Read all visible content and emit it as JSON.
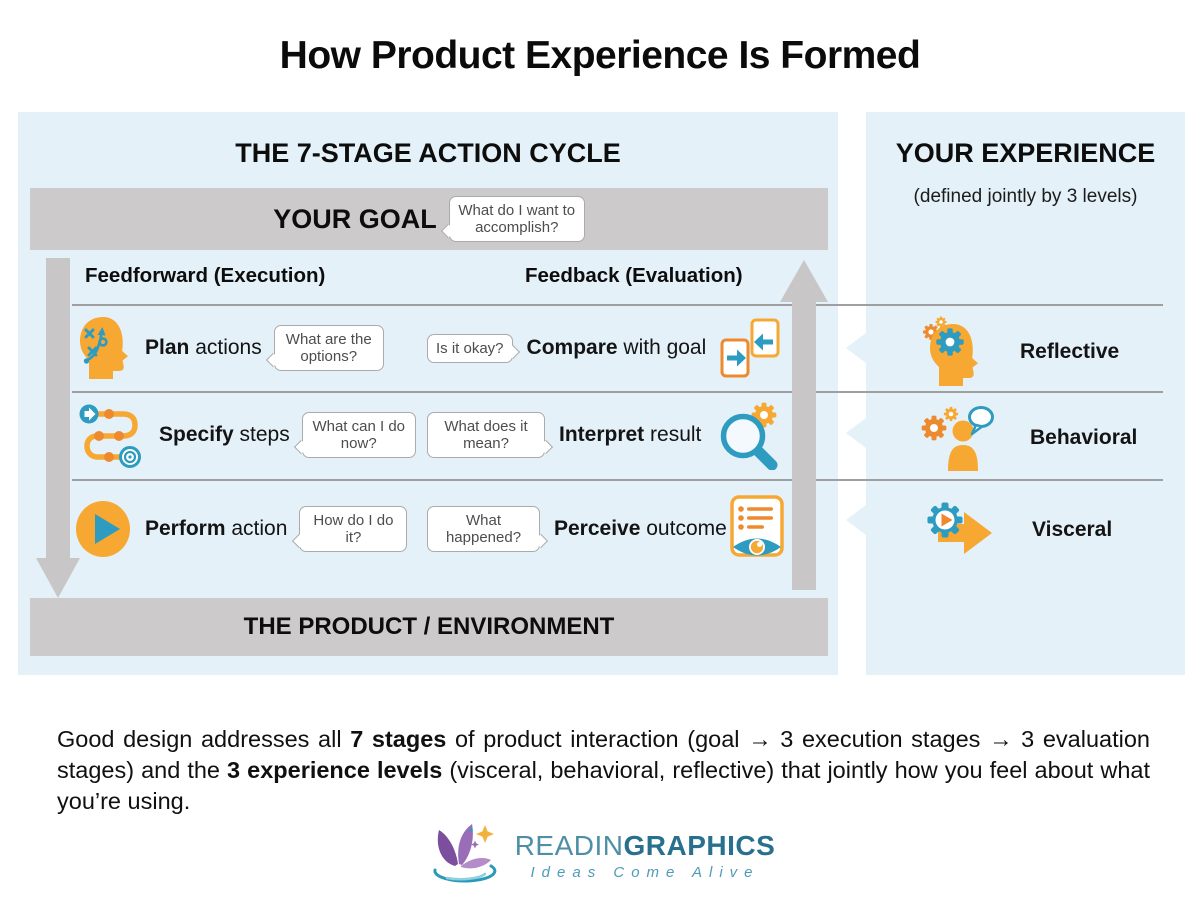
{
  "title": "How Product Experience Is Formed",
  "cycle": {
    "heading": "THE 7-STAGE ACTION CYCLE",
    "goal": {
      "label": "YOUR GOAL",
      "bubble": "What do I want to accomplish?"
    },
    "columns": {
      "execution": "Feedforward (Execution)",
      "evaluation": "Feedback (Evaluation)"
    },
    "rows": [
      {
        "execution": {
          "bold": "Plan",
          "rest": " actions",
          "bubble": "What are the options?",
          "icon": "plan-strategy-head-icon"
        },
        "evaluation": {
          "bubble": "Is it okay?",
          "bold": "Compare",
          "rest": " with goal",
          "icon": "compare-documents-icon"
        }
      },
      {
        "execution": {
          "bold": "Specify",
          "rest": " steps",
          "bubble": "What can I do now?",
          "icon": "route-steps-icon"
        },
        "evaluation": {
          "bubble": "What does it mean?",
          "bold": "Interpret",
          "rest": " result",
          "icon": "magnifier-gear-icon"
        }
      },
      {
        "execution": {
          "bold": "Perform",
          "rest": " action",
          "bubble": "How do I do it?",
          "icon": "play-button-icon"
        },
        "evaluation": {
          "bubble": "What happened?",
          "bold": "Perceive",
          "rest": " outcome",
          "icon": "document-eye-icon"
        }
      }
    ],
    "product_bar": "THE PRODUCT / ENVIRONMENT"
  },
  "experience": {
    "heading": "YOUR EXPERIENCE",
    "subheading": "(defined jointly by 3 levels)",
    "levels": [
      {
        "label": "Reflective",
        "icon": "head-gears-icon"
      },
      {
        "label": "Behavioral",
        "icon": "person-gears-chat-icon"
      },
      {
        "label": "Visceral",
        "icon": "gear-play-arrow-icon"
      }
    ]
  },
  "footer": {
    "p1": "Good design addresses all ",
    "b1": "7 stages",
    "p2": " of product interaction (goal → 3 execution stages → 3 evaluation stages) and the ",
    "b2": "3 experience levels",
    "p3": " (visceral, behavioral, reflective) that jointly how you feel about what you’re using."
  },
  "logo": {
    "name_regular": "READIN",
    "name_bold": "GRAPHICS",
    "tagline": "Ideas Come Alive"
  },
  "colors": {
    "panel_blue": "#E4F1F9",
    "bar_gray": "#CCCACA",
    "arrow_gray": "#C8C6C6",
    "accent_orange": "#F6A832",
    "accent_blue": "#2E9BC0",
    "bubble_border": "#ABABAB",
    "logo_teal_light": "#4E8FA6",
    "logo_teal_dark": "#29708E",
    "logo_purple": "#8A5CA8"
  }
}
